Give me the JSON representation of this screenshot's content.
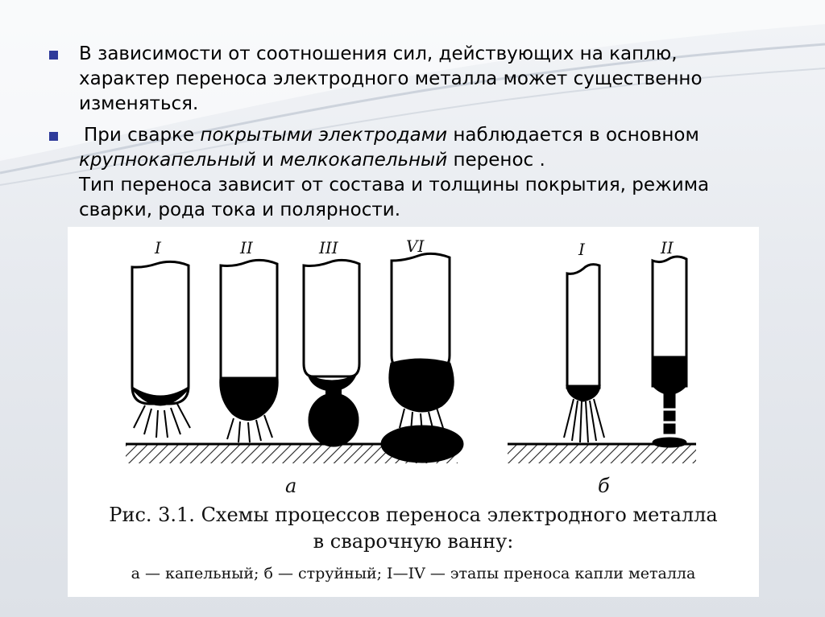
{
  "slide": {
    "bullets": [
      {
        "lines": [
          "В зависимости от соотношения сил, действующих на каплю,",
          "характер переноса электродного металла может существенно",
          "изменяться."
        ]
      },
      {
        "l1_a": "При сварке ",
        "l1_b": "покрытыми электродами",
        "l1_c": " наблюдается в основном",
        "l2_a": "крупнокапельный",
        "l2_b": " и ",
        "l2_c": "мелкокапельный",
        "l2_d": " перенос .",
        "l3": "Тип переноса зависит от состава и толщины покрытия, режима",
        "l4": "сварки, рода тока и полярности."
      }
    ]
  },
  "figure": {
    "group_a_labels": [
      "I",
      "II",
      "III",
      "VI"
    ],
    "group_b_labels": [
      "I",
      "II"
    ],
    "sub_a": "а",
    "sub_b": "б",
    "caption_line1": "Рис. 3.1. Схемы процессов переноса электродного металла",
    "caption_line2": "в сварочную ванну:",
    "caption_line3": "а — капельный; б — струйный; I—IV — этапы преноса капли металла"
  }
}
